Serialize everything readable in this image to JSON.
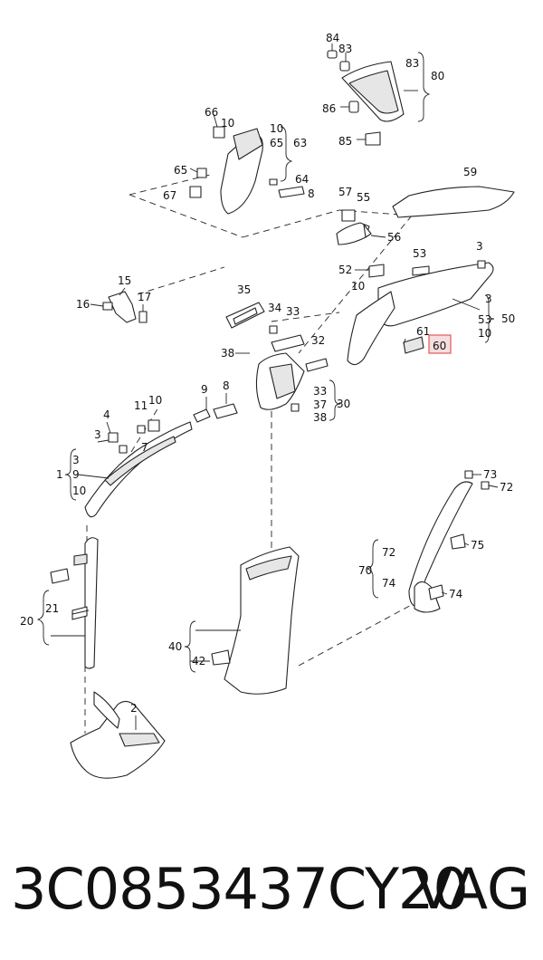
{
  "footer": {
    "part_number": "3C0853437CY20",
    "brand": "VAG"
  },
  "diagram": {
    "callouts": {
      "n84": "84",
      "n83a": "83",
      "n83b": "83",
      "n80": "80",
      "n86": "86",
      "n85": "85",
      "n66": "66",
      "n10a": "10",
      "n10b": "10",
      "n65a": "65",
      "n63": "63",
      "n65b": "65",
      "n64": "64",
      "n67": "67",
      "n8a": "8",
      "n59": "59",
      "n57": "57",
      "n55": "55",
      "n56": "56",
      "n53a": "53",
      "n3a": "3",
      "n52": "52",
      "n15": "15",
      "n16": "16",
      "n17": "17",
      "n35": "35",
      "n34": "34",
      "n33a": "33",
      "n10c": "10",
      "n3b": "3",
      "n53b": "53",
      "n50": "50",
      "n10d": "10",
      "n61": "61",
      "n60": "60",
      "n38a": "38",
      "n32": "32",
      "n9a": "9",
      "n8b": "8",
      "n33b": "33",
      "n37": "37",
      "n38b": "38",
      "n30": "30",
      "n4": "4",
      "n11": "11",
      "n10e": "10",
      "n3c": "3",
      "n7": "7",
      "n3d": "3",
      "n9b": "9",
      "n1": "1",
      "n10f": "10",
      "n73": "73",
      "n72a": "72",
      "n75": "75",
      "n72b": "72",
      "n70": "70",
      "n74a": "74",
      "n74b": "74",
      "n21": "21",
      "n20": "20",
      "n40": "40",
      "n42": "42",
      "n2": "2"
    }
  }
}
